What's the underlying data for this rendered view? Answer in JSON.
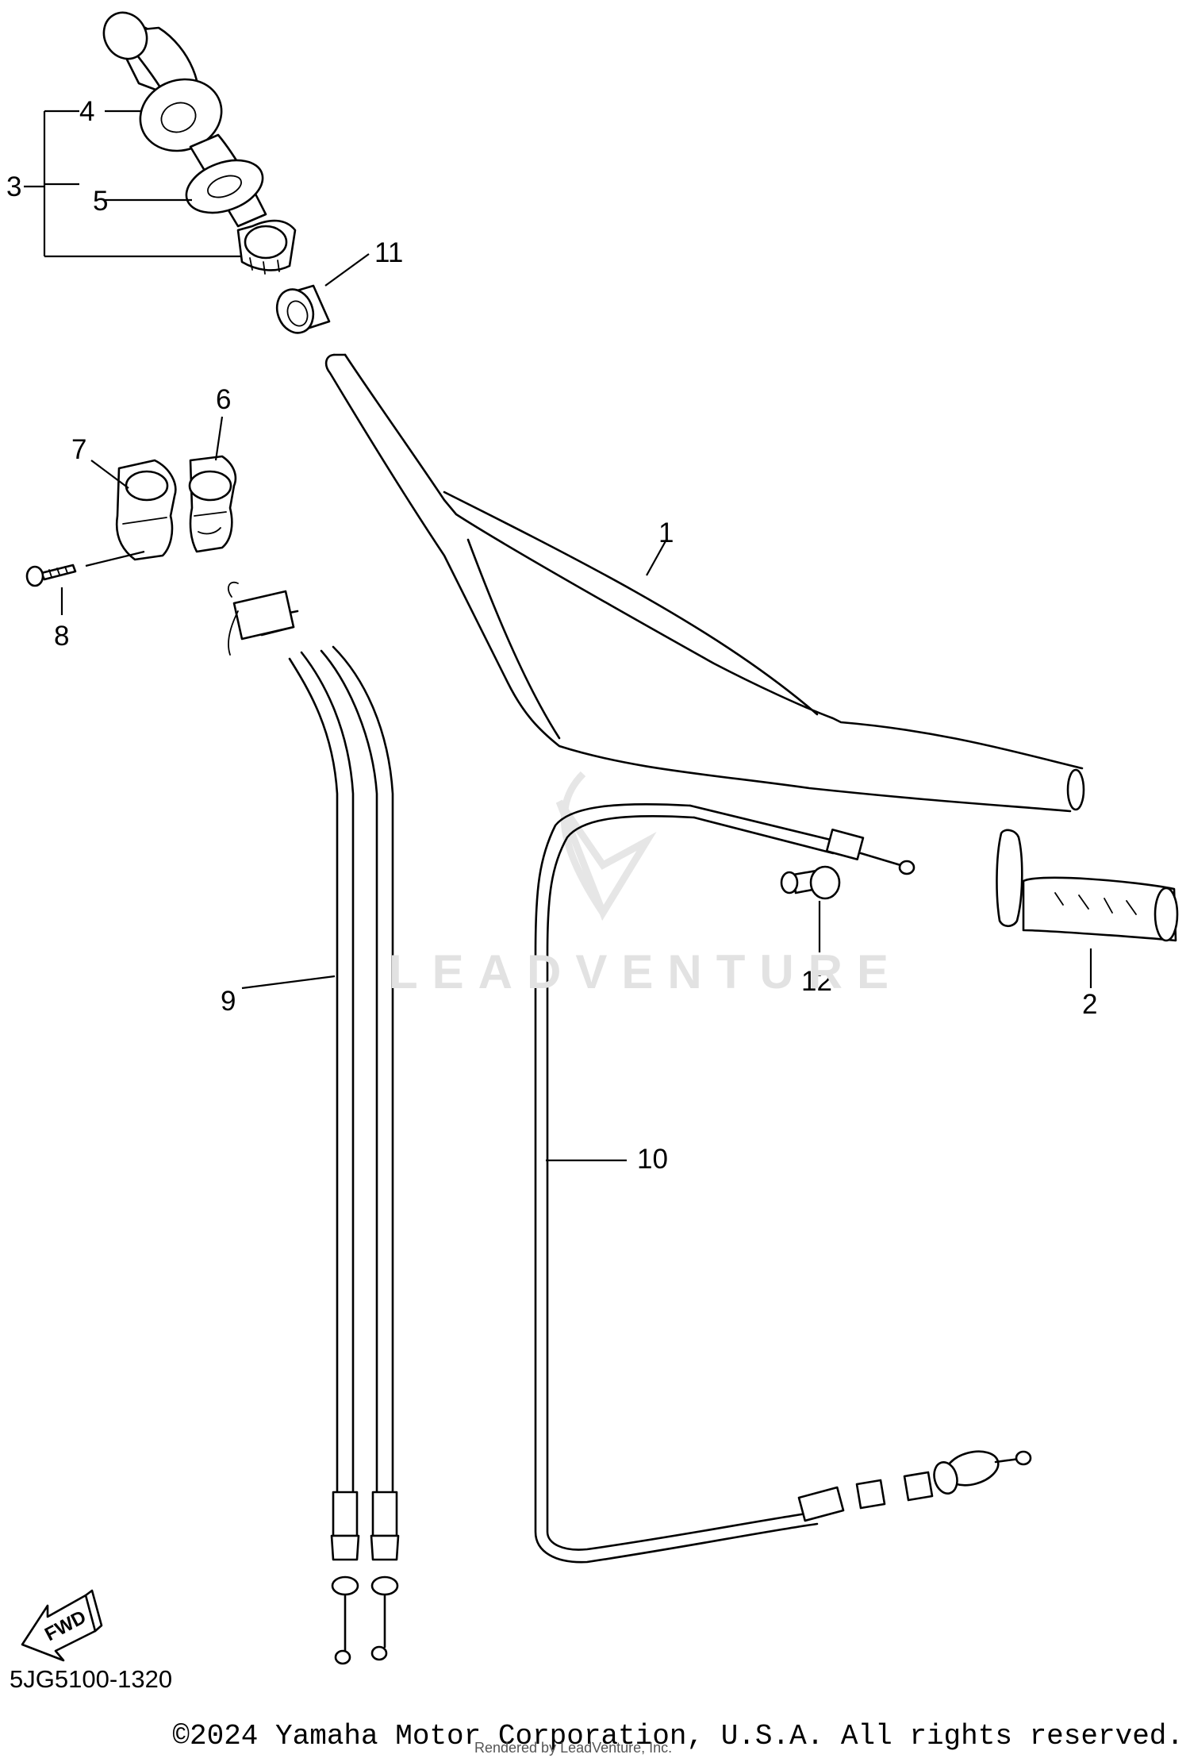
{
  "diagram": {
    "callouts": {
      "c1": "1",
      "c2": "2",
      "c3": "3",
      "c4": "4",
      "c5": "5",
      "c6": "6",
      "c7": "7",
      "c8": "8",
      "c9": "9",
      "c10": "10",
      "c11": "11",
      "c12": "12"
    },
    "fwd_label": "FWD"
  },
  "watermark": {
    "text": "LEADVENTURE"
  },
  "footer": {
    "diagram_code": "5JG5100-1320",
    "copyright": "©2024 Yamaha Motor Corporation, U.S.A. All rights reserved.",
    "rendered_by": "Rendered by LeadVenture, Inc."
  }
}
